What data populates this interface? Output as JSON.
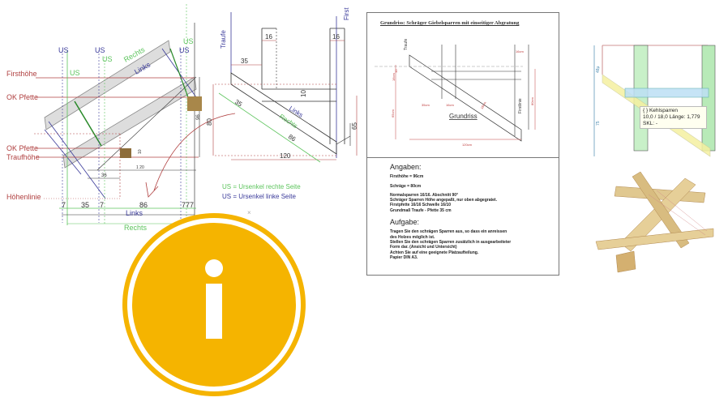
{
  "left_drawing": {
    "labels": {
      "firsthoehe": "Firsthöhe",
      "ok_pfette_top": "OK Pfette",
      "ok_pfette_bottom": "OK Pfette",
      "traufhoehe": "Traufhöhe",
      "hoehenlinie": "Höhenlinie"
    },
    "us_markers": [
      "US",
      "US",
      "US",
      "US",
      "US",
      "US"
    ],
    "rechts_top": "Rechts",
    "links_top": "Links",
    "dims": {
      "d7a": "7",
      "d35": "35",
      "d7b": "7",
      "d86": "86",
      "d7c": "7",
      "d7d": "7",
      "d7e": "7",
      "d120": "1 20",
      "d36": "36",
      "d96": "96",
      "d10": "10"
    },
    "links_bottom": "Links",
    "rechts_bottom": "Rechts"
  },
  "middle_drawing": {
    "traufe": "Traufe",
    "first": "First",
    "dims": {
      "w16a": "16",
      "w16b": "16",
      "d35a": "35",
      "d10": "10",
      "d80": "80",
      "d35b": "35",
      "d86": "86",
      "d120": "120",
      "d65": "65"
    },
    "links": "Links",
    "rechts": "Rechts",
    "legend": [
      {
        "text": "US = Ursenkel rechte Seite",
        "color": "#5cc45c"
      },
      {
        "text": "US = Ursenkel linke Seite",
        "color": "#3a3a9a"
      }
    ]
  },
  "document": {
    "title": "Grundriss: Schräger Giebelsparren mit einseitiger Abgratung",
    "drawing_labels": {
      "traufe": "Traufe",
      "grundriss": "Grundriss",
      "firstlinie": "Firstlinie",
      "d16a": "16cm",
      "d16b": "16cm",
      "d35": "35cm",
      "d120": "120cm",
      "d65": "65cm",
      "d80": "80cm",
      "d10": "10",
      "d16c": "16cm",
      "d18": "18cm"
    },
    "angaben_heading": "Angaben:",
    "angaben": [
      "Firsthöhe = 96cm",
      "Schräge = 80cm"
    ],
    "details": [
      "Normalsparren 16/16. Abschnitt 90°",
      "Schräger Sparren Höhe angepaßt, nur oben abgegratet.",
      "Firstpfette 16/16  Schwelle 16/10",
      "Grundmaß Traufe - Pfette 35 cm"
    ],
    "aufgabe_heading": "Aufgabe:",
    "aufgabe": [
      "Tragen Sie den schrägen Sparren aus, so dass ein anreissen",
      "des Holzes möglich ist.",
      "Stellen Sie den schrägen Sparren zusätzlich in ausgearbeiteter",
      "Form dar. (Ansicht und Untersicht)",
      "Achten Sie auf eine geeignete Platzaufteilung.",
      "Papier DIN A3."
    ]
  },
  "cad_view": {
    "dim_top": "48µ",
    "dim_bottom": "75",
    "tooltip": {
      "line1": "{ } Kehlsparren",
      "line2": "10,0 / 18,0  Länge:  1,779",
      "line3": "SKL: -"
    }
  },
  "info_icon": {
    "glyph": "i",
    "color": "#f5b400"
  },
  "colors": {
    "red": "#b04040",
    "green": "#5cc45c",
    "blue": "#3a3a9a"
  }
}
